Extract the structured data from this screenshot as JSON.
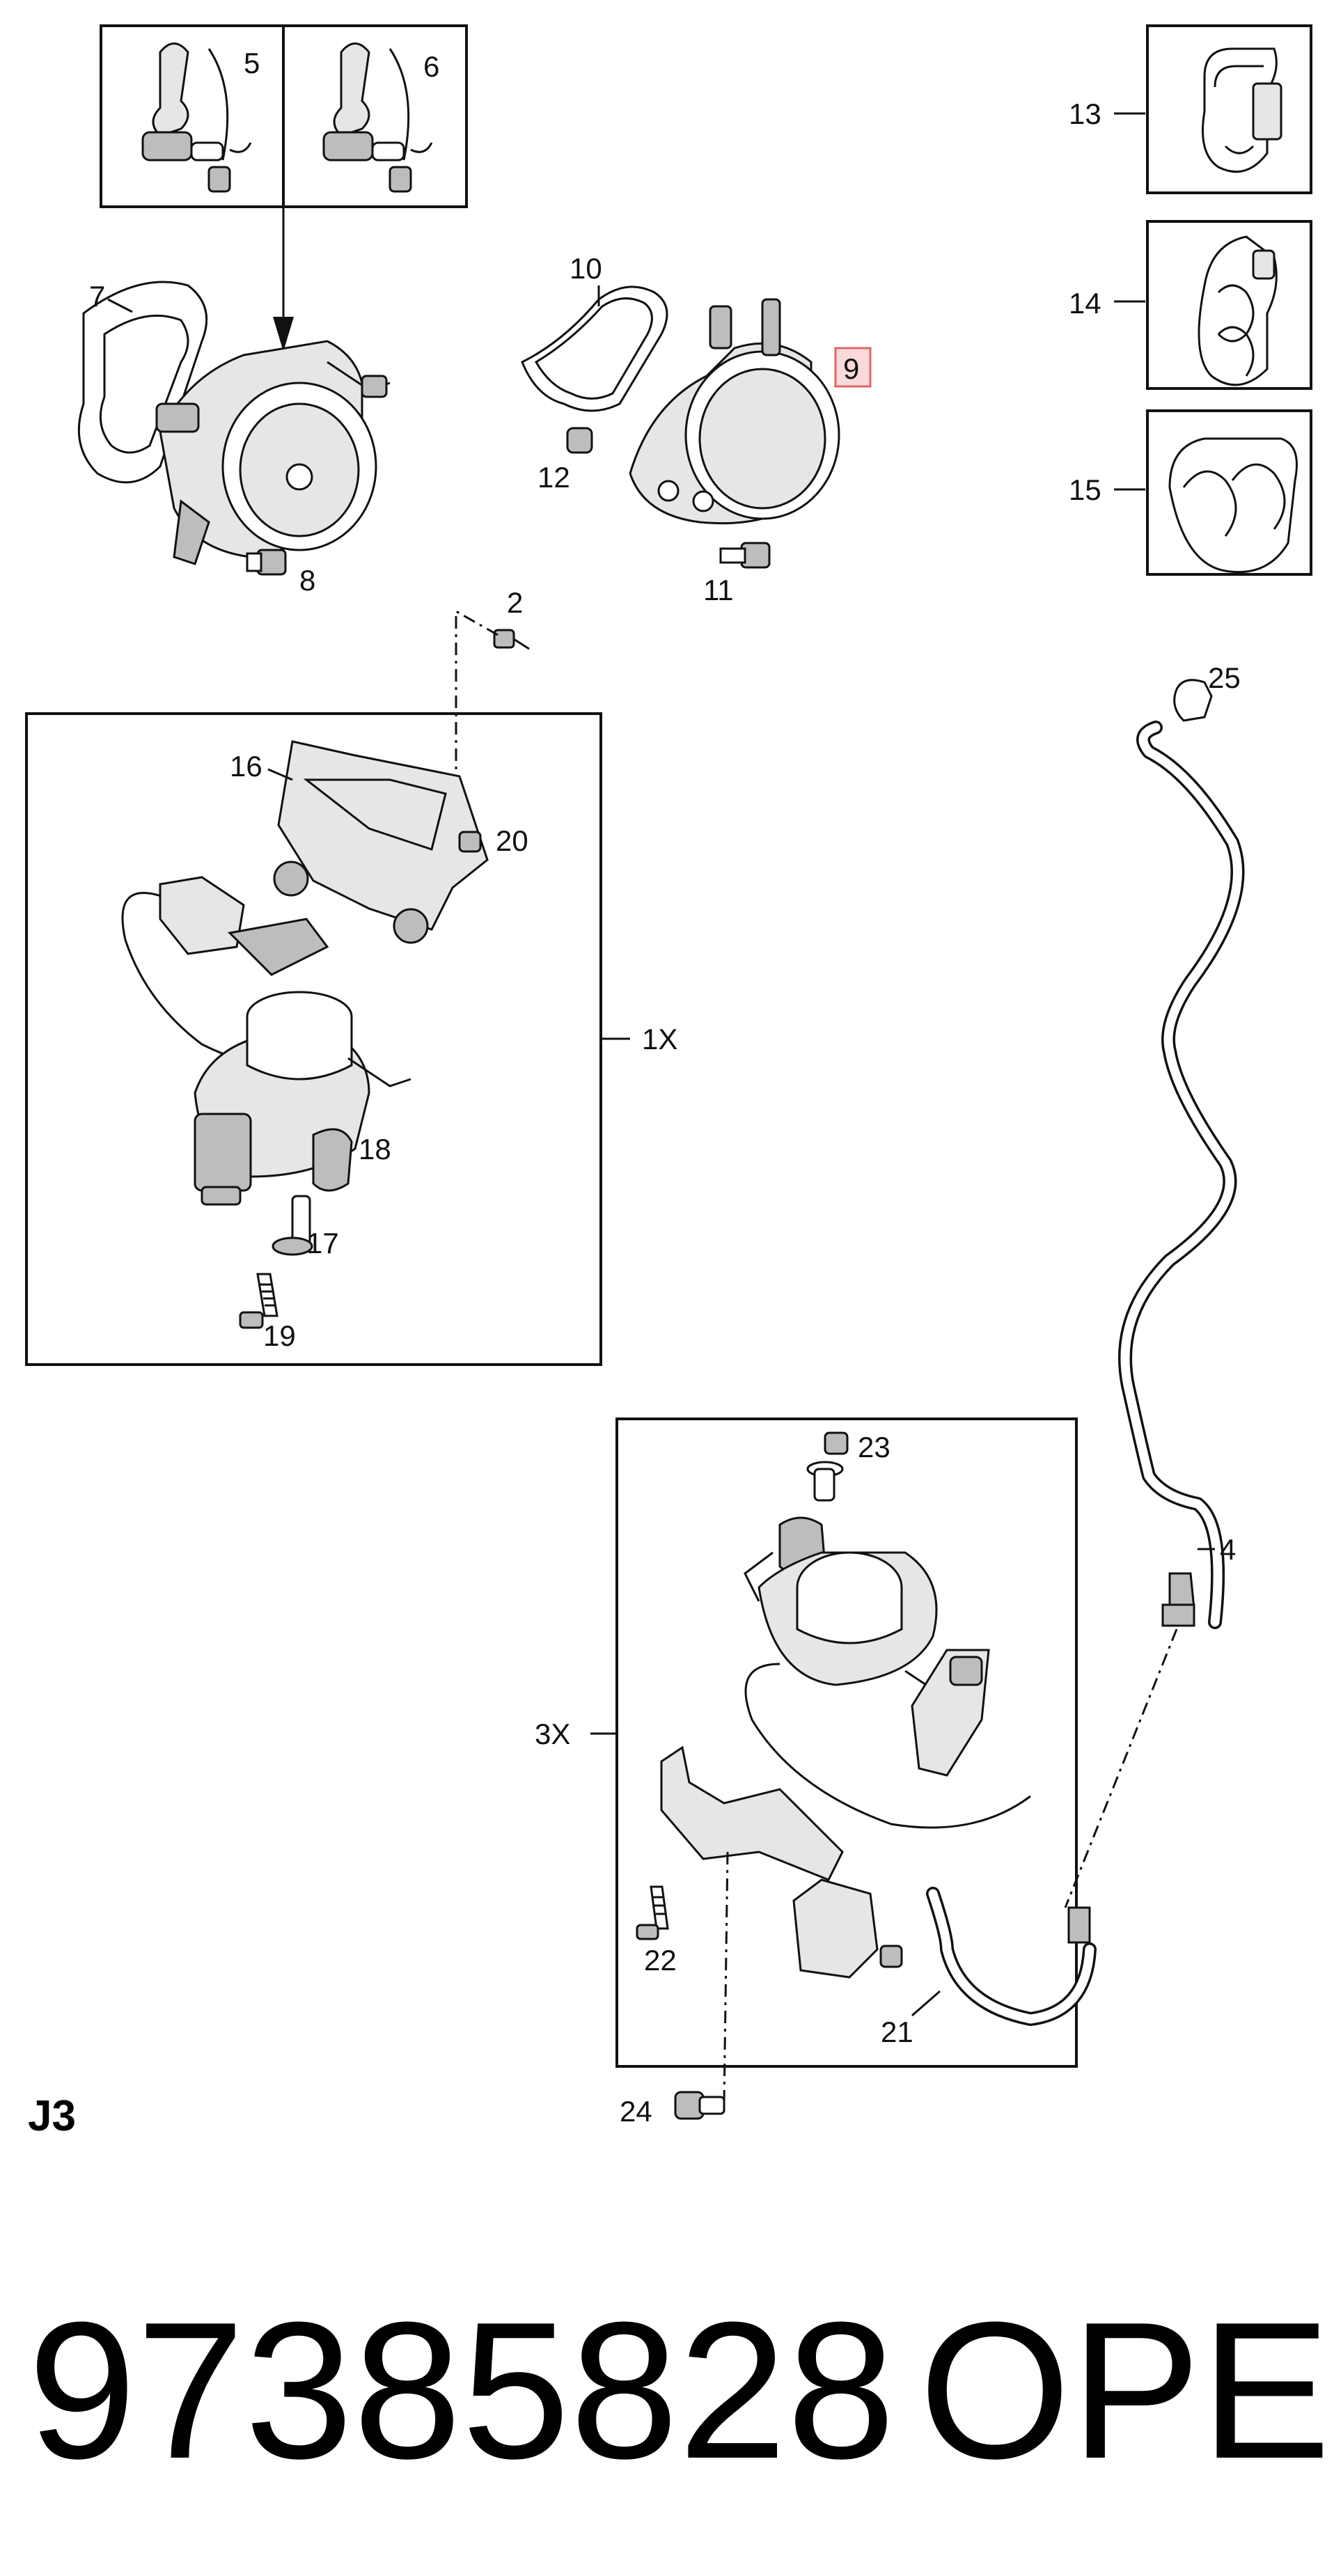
{
  "callouts": {
    "c1x": "1X",
    "c2": "2",
    "c3x": "3X",
    "c4": "4",
    "c5": "5",
    "c6": "6",
    "c7": "7",
    "c8": "8",
    "c9": "9",
    "c10": "10",
    "c11": "11",
    "c12": "12",
    "c13": "13",
    "c14": "14",
    "c15": "15",
    "c16": "16",
    "c17": "17",
    "c18": "18",
    "c19": "19",
    "c20": "20",
    "c21": "21",
    "c22": "22",
    "c23": "23",
    "c24": "24",
    "c25": "25"
  },
  "page_code": "J3",
  "footer": {
    "part_number": "97385828",
    "brand": "OPEL"
  },
  "colors": {
    "highlight_fill": "#f9d9d9",
    "highlight_stroke": "#e06666",
    "ink": "#111111"
  }
}
